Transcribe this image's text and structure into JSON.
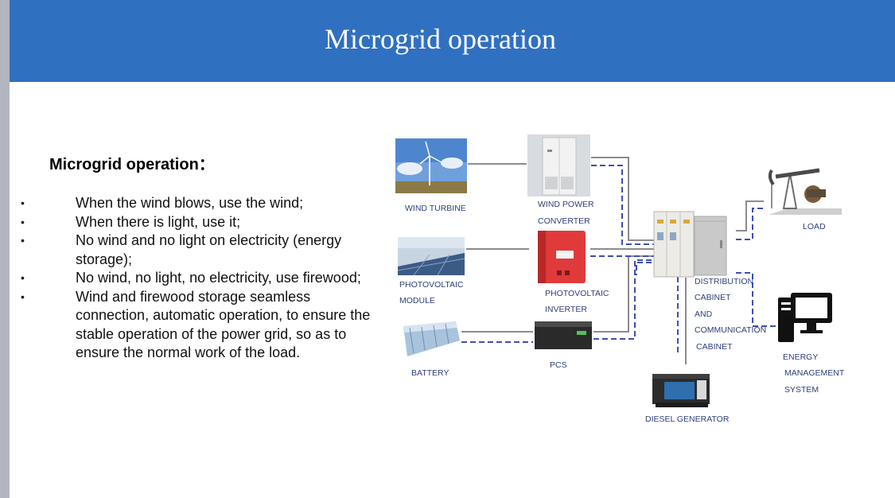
{
  "header": {
    "title": "Microgrid operation"
  },
  "content": {
    "heading": "Microgrid operation：",
    "bullets": [
      "When the wind blows, use the wind;",
      "When there is light, use it;",
      "No wind and no light on electricity (energy storage);",
      "No wind, no light, no electricity, use firewood;",
      "Wind and firewood storage seamless connection, automatic operation, to ensure the stable operation of the power grid, so as to ensure the normal work of the load."
    ]
  },
  "diagram": {
    "labels": {
      "wind_turbine": "WIND TURBINE",
      "wind_power_converter": [
        "WIND POWER",
        "CONVERTER"
      ],
      "pv_module": [
        "PHOTOVOLTAIC",
        "MODULE"
      ],
      "pv_inverter": [
        "PHOTOVOLTAIC",
        "INVERTER"
      ],
      "battery": "BATTERY",
      "pcs": "PCS",
      "distribution_cabinet": [
        "DISTRIBUTION",
        "CABINET",
        "AND",
        "COMMUNICATION",
        "CABINET"
      ],
      "load": "LOAD",
      "energy_management_system": [
        "ENERGY",
        "MANAGEMENT",
        "SYSTEM"
      ],
      "diesel_generator": "DIESEL GENERATOR"
    },
    "colors": {
      "power_line": "#8c8c8c",
      "comm_line": "#3d4fb5",
      "label": "#2f3f7a"
    }
  }
}
